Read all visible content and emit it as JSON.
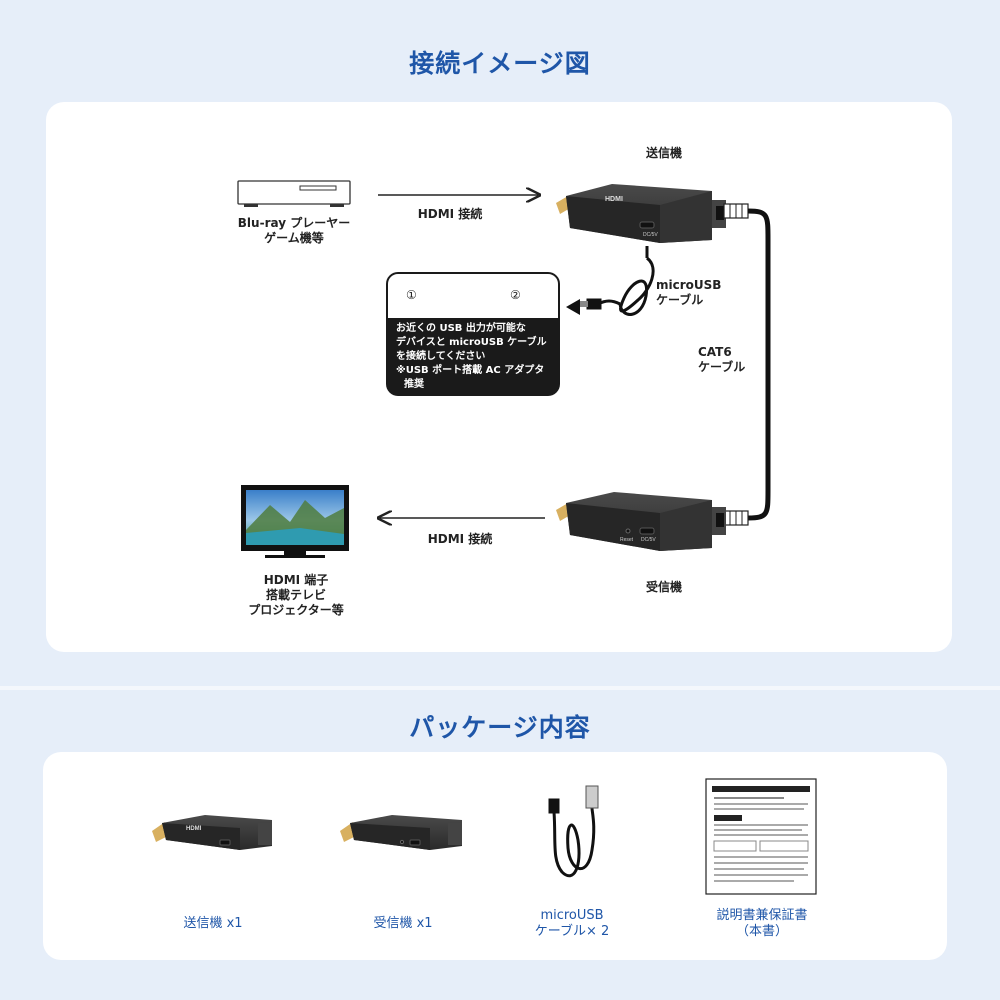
{
  "titles": {
    "connection": "接続イメージ図",
    "package": "パッケージ内容"
  },
  "diagram": {
    "source": {
      "line1": "Blu-ray プレーヤー",
      "line2": "ゲーム機等"
    },
    "hdmi_in": "HDMI 接続",
    "hdmi_out": "HDMI 接続",
    "transmitter": "送信機",
    "receiver": "受信機",
    "usb_cable": {
      "line1": "microUSB",
      "line2": "ケーブル"
    },
    "cat6": {
      "line1": "CAT6",
      "line2": "ケーブル"
    },
    "display": {
      "line1": "HDMI 端子",
      "line2": "搭載テレビ",
      "line3": "プロジェクター等"
    },
    "device_labels": {
      "hdmi_logo": "HDMI",
      "dc_port": "DC/5V",
      "reset": "Reset"
    },
    "note": {
      "option1": "①",
      "option2": "②",
      "lines": [
        "お近くの USB 出力が可能な",
        "デバイスと microUSB ケーブル",
        "を接続してください",
        "※USB ポート搭載 AC アダプタ",
        "推奨"
      ]
    }
  },
  "package": [
    {
      "label": "送信機 x1"
    },
    {
      "label": "受信機 x1"
    },
    {
      "label": "microUSB",
      "label2": "ケーブル× 2"
    },
    {
      "label": "説明書兼保証書",
      "label2": "（本書）"
    }
  ],
  "colors": {
    "accent": "#1f56a8",
    "background": "#e6eef9",
    "device": "#2e2e2e"
  }
}
